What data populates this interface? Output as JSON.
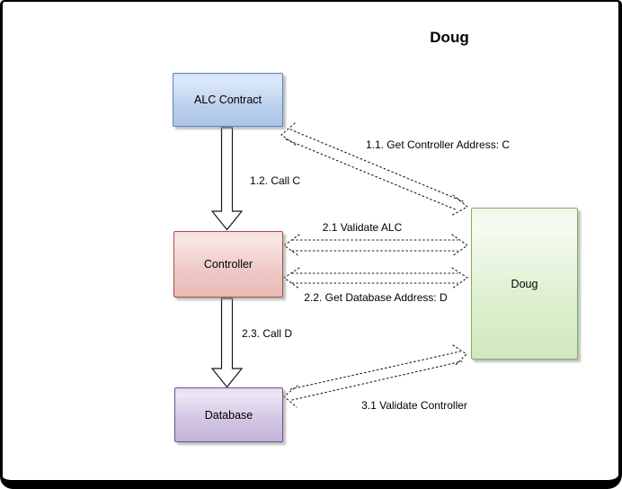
{
  "title": "Doug",
  "nodes": [
    {
      "id": "alc-contract",
      "label": "ALC Contract",
      "fill_top": "#dde9f9",
      "fill_bottom": "#7e9fd2",
      "border": "#5f82b8"
    },
    {
      "id": "controller",
      "label": "Controller",
      "fill_top": "#f8e6e5",
      "fill_bottom": "#e18a80",
      "border": "#a5504a"
    },
    {
      "id": "database",
      "label": "Database",
      "fill_top": "#ece6f4",
      "fill_bottom": "#9678b4",
      "border": "#6d5191"
    },
    {
      "id": "doug",
      "label": "Doug",
      "fill_top": "#f6fbf2",
      "fill_bottom": "#a8ce8d",
      "border": "#7fae61"
    }
  ],
  "edges": [
    {
      "id": "1.1",
      "label": "1.1. Get Controller Address: C",
      "from": "ALC Contract",
      "to": "Doug",
      "style": "dotted-double-arrow"
    },
    {
      "id": "1.2",
      "label": "1.2. Call C",
      "from": "ALC Contract",
      "to": "Controller",
      "style": "hollow-block-arrow"
    },
    {
      "id": "2.1",
      "label": "2.1 Validate ALC",
      "from": "Controller",
      "to": "Doug",
      "style": "dotted-double-arrow"
    },
    {
      "id": "2.2",
      "label": "2.2. Get Database Address: D",
      "from": "Controller",
      "to": "Doug",
      "style": "dotted-double-arrow"
    },
    {
      "id": "2.3",
      "label": "2.3. Call D",
      "from": "Controller",
      "to": "Database",
      "style": "hollow-block-arrow"
    },
    {
      "id": "3.1",
      "label": "3.1 Validate Controller",
      "from": "Database",
      "to": "Doug",
      "style": "dotted-double-arrow"
    }
  ],
  "frame": {
    "background": "#ffffff",
    "border_color": "#000000"
  }
}
